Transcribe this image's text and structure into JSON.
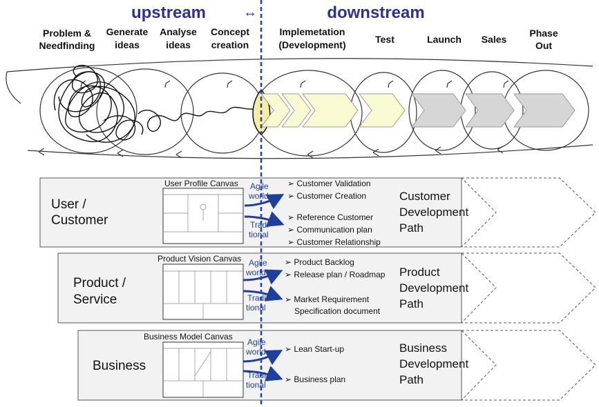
{
  "header": {
    "upstream": "upstream",
    "arrow": "↔",
    "downstream": "downstream"
  },
  "phases": [
    {
      "line1": "Problem &",
      "line2": "Needfinding"
    },
    {
      "line1": "Generate",
      "line2": "ideas"
    },
    {
      "line1": "Analyse",
      "line2": "ideas"
    },
    {
      "line1": "Concept",
      "line2": "creation"
    },
    {
      "line1": "Implemetation",
      "line2": "(Development)"
    },
    {
      "line1": "Test",
      "line2": ""
    },
    {
      "line1": "Launch",
      "line2": ""
    },
    {
      "line1": "Sales",
      "line2": ""
    },
    {
      "line1": "Phase",
      "line2": "Out"
    }
  ],
  "rows": [
    {
      "label_line1": "User /",
      "label_line2": "Customer",
      "canvas_title": "User Profile Canvas",
      "agile_line1": "Agile",
      "agile_line2": "world",
      "trad_line1": "Tradi-",
      "trad_line2": "tional",
      "agile_items": [
        "Customer Validation",
        "Customer Creation"
      ],
      "trad_items": [
        "Reference Customer",
        "Communication plan",
        "Customer Relationship"
      ],
      "path_line1": "Customer",
      "path_line2": "Development",
      "path_line3": "Path"
    },
    {
      "label_line1": "Product /",
      "label_line2": "Service",
      "canvas_title": "Product Vision Canvas",
      "agile_line1": "Agile",
      "agile_line2": "world",
      "trad_line1": "Tradi-",
      "trad_line2": "tional",
      "agile_items": [
        "Product Backlog",
        "Release plan / Roadmap"
      ],
      "trad_items": [
        "Market Requirement",
        "Specification document"
      ],
      "path_line1": "Product",
      "path_line2": "Development",
      "path_line3": "Path"
    },
    {
      "label_line1": "Business",
      "label_line2": "",
      "canvas_title": "Business  Model Canvas",
      "agile_line1": "Agile",
      "agile_line2": "world",
      "trad_line1": "Tradi-",
      "trad_line2": "tional",
      "agile_items": [
        "Lean Start-up"
      ],
      "trad_items": [
        "Business plan"
      ],
      "path_line1": "Business",
      "path_line2": "Development",
      "path_line3": "Path"
    }
  ],
  "colors": {
    "accent": "#2e3192",
    "arrow_blue": "#1f3f9f",
    "chevron_yellow": "#fafad2",
    "chevron_gray": "#d6d6d6",
    "row_fill": "#f2f2f2"
  }
}
